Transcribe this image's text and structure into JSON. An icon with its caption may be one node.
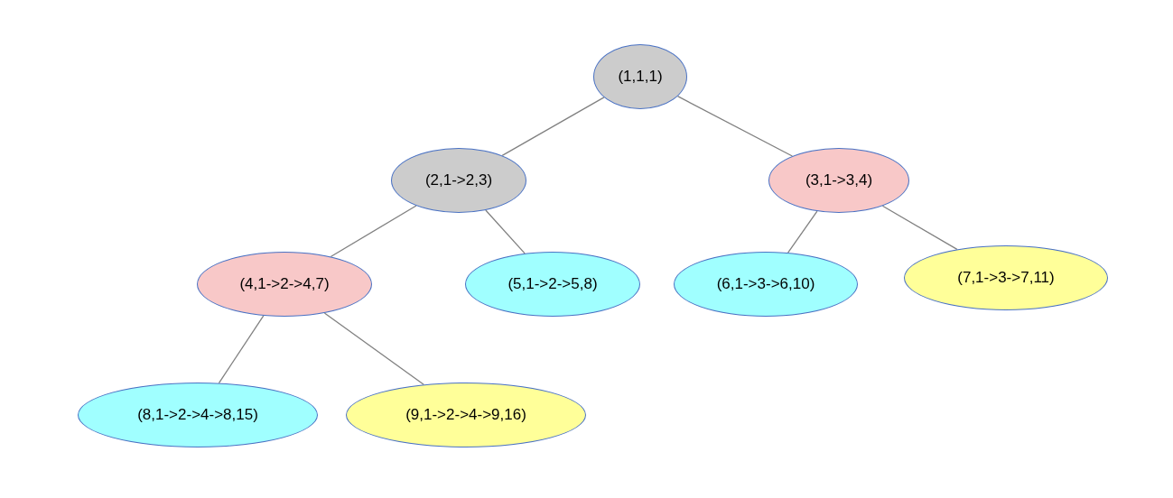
{
  "diagram": {
    "nodes": [
      {
        "text": [
          "(1,1,1)"
        ]
      },
      {
        "text": [
          "(2,1->2,3)"
        ]
      },
      {
        "text": [
          "(3,1->3,4)"
        ]
      },
      {
        "text": [
          "(4,1->2->4,7)"
        ]
      },
      {
        "text": [
          "(5,1->2->5,8)"
        ]
      },
      {
        "text": [
          "(6,1->3->6,10)"
        ]
      },
      {
        "text": [
          "(7,1->3->7,11)"
        ]
      },
      {
        "text": [
          "(8,1->2->4->8,15)"
        ]
      },
      {
        "text": [
          "(9,1->2->4->9,16)"
        ]
      }
    ],
    "edges": [
      {
        "from": 0,
        "to": 1,
        "arrow": "none"
      },
      {
        "from": 0,
        "to": 2,
        "arrow": "none"
      },
      {
        "from": 1,
        "to": 3,
        "arrow": "none"
      },
      {
        "from": 1,
        "to": 4,
        "arrow": "none"
      },
      {
        "from": 2,
        "to": 5,
        "arrow": "none"
      },
      {
        "from": 2,
        "to": 6,
        "arrow": "none"
      },
      {
        "from": 3,
        "to": 7,
        "arrow": "none"
      },
      {
        "from": 3,
        "to": 8,
        "arrow": "none"
      }
    ]
  }
}
